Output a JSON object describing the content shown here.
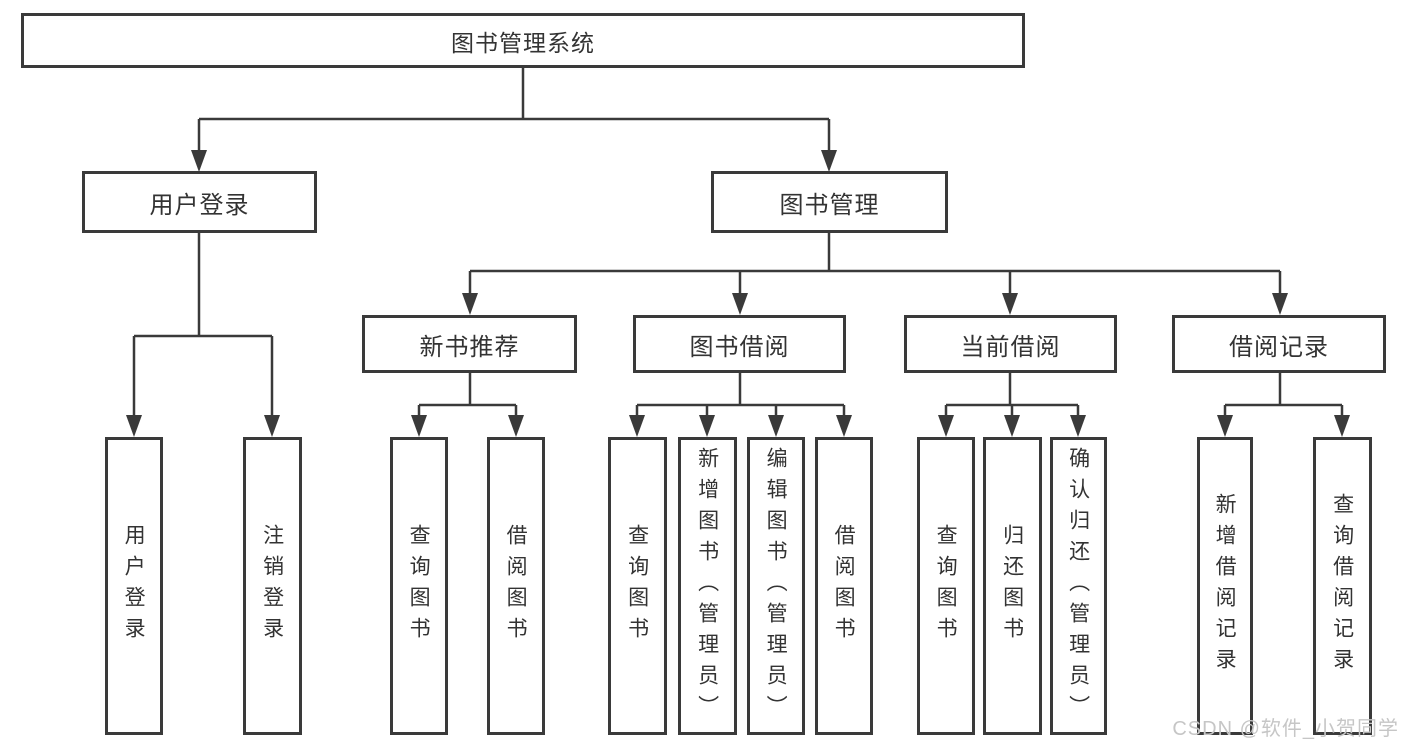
{
  "diagram_type": "function-structure-tree",
  "colors": {
    "line": "#3a3a3a",
    "box_border": "#3a3a3a",
    "box_fill": "#ffffff",
    "text": "#333333",
    "watermark": "#c6c6c6"
  },
  "root": {
    "label": "图书管理系统",
    "children": [
      {
        "label": "用户登录",
        "children": [
          {
            "label": "用户登录"
          },
          {
            "label": "注销登录"
          }
        ]
      },
      {
        "label": "图书管理",
        "children": [
          {
            "label": "新书推荐",
            "children": [
              {
                "label": "查询图书"
              },
              {
                "label": "借阅图书"
              }
            ]
          },
          {
            "label": "图书借阅",
            "children": [
              {
                "label": "查询图书"
              },
              {
                "label": "新增图书（管理员）"
              },
              {
                "label": "编辑图书（管理员）"
              },
              {
                "label": "借阅图书"
              }
            ]
          },
          {
            "label": "当前借阅",
            "children": [
              {
                "label": "查询图书"
              },
              {
                "label": "归还图书"
              },
              {
                "label": "确认归还（管理员）"
              }
            ]
          },
          {
            "label": "借阅记录",
            "children": [
              {
                "label": "新增借阅记录"
              },
              {
                "label": "查询借阅记录"
              }
            ]
          }
        ]
      }
    ]
  },
  "watermark": {
    "text": "CSDN @软件_小贺同学"
  }
}
